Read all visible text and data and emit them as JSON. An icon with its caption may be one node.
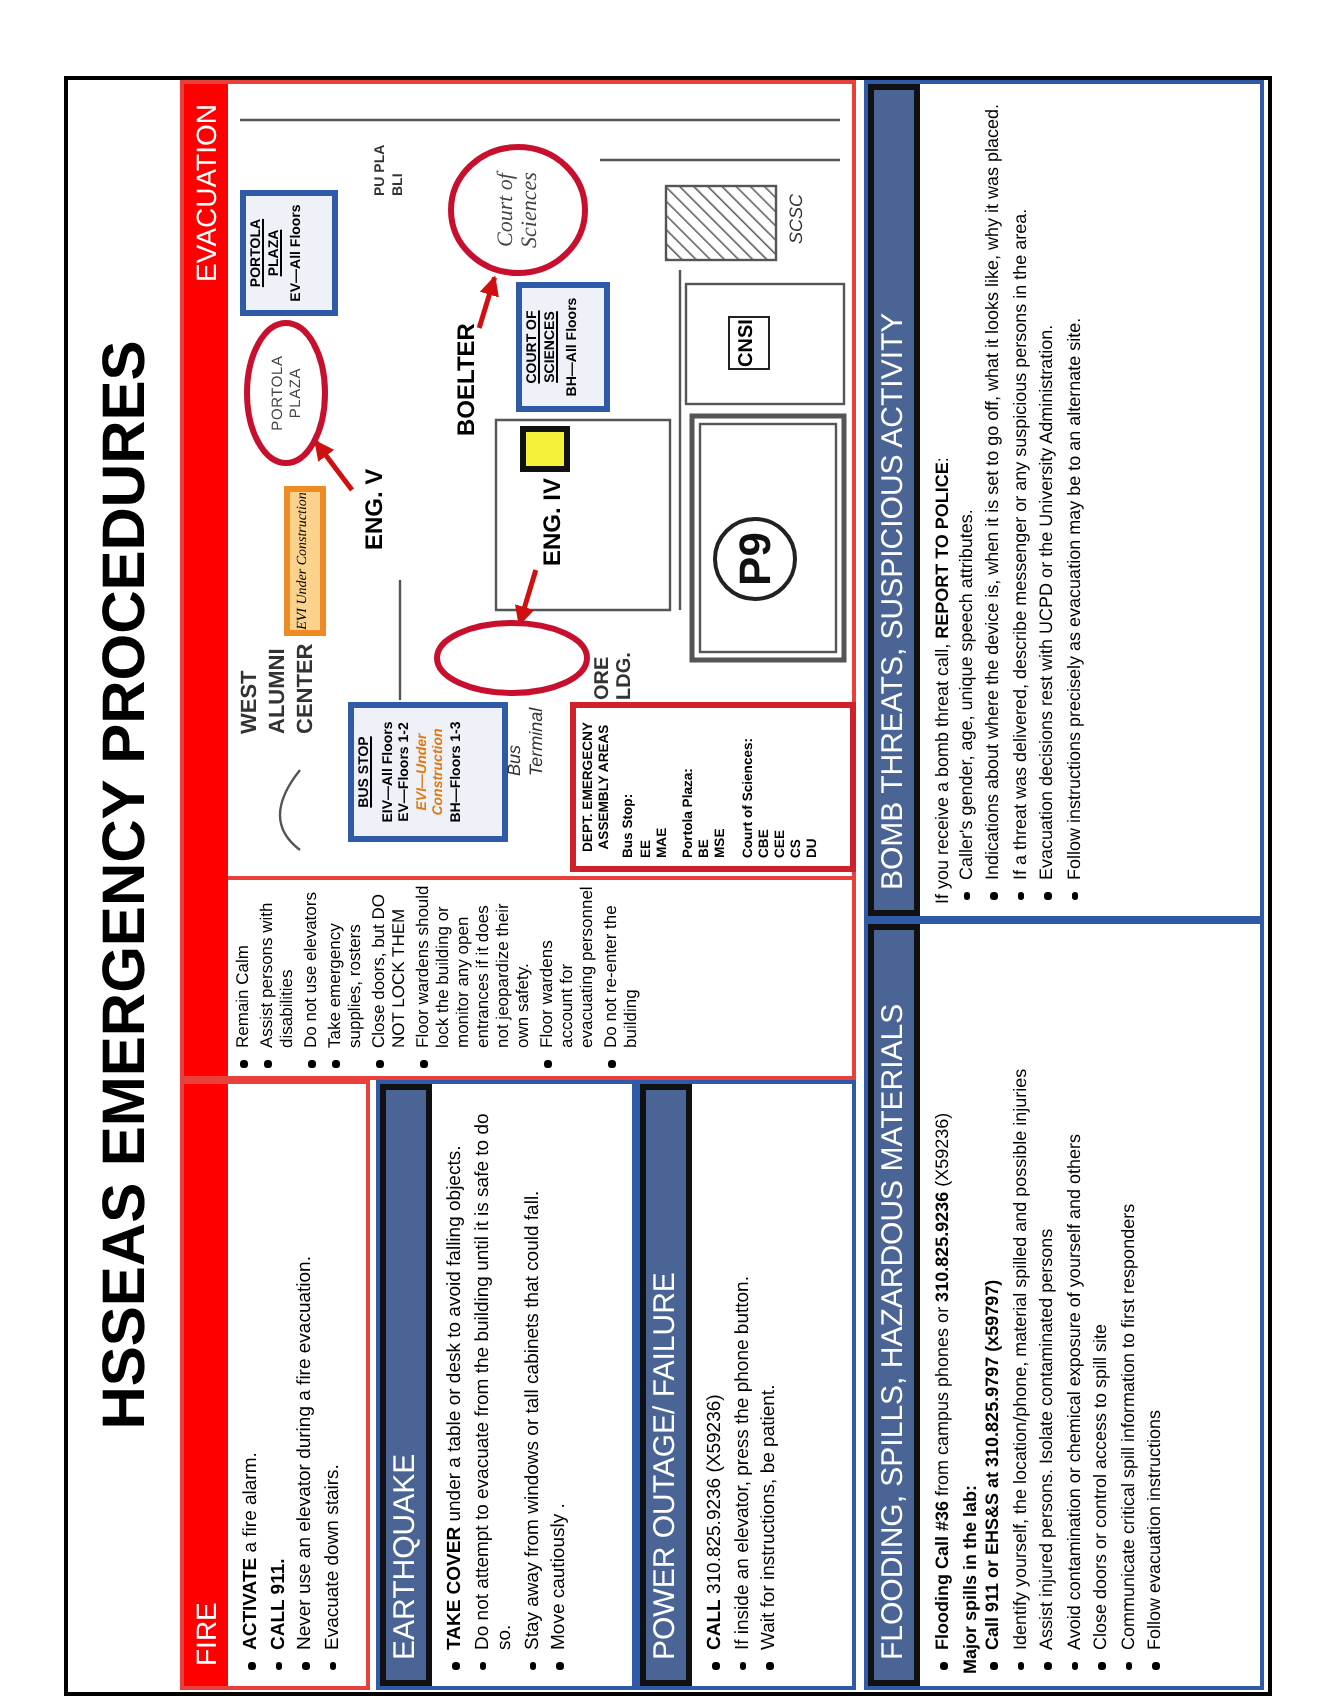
{
  "diagram": {
    "title": "HSSEAS EMERGENCY PROCEDURES",
    "nodes": [
      {
        "text": [
          "FIRE",
          "**ACTIVATE** a fire alarm.",
          "CALL 911.",
          "Never use an elevator during a fire evacuation.",
          "Evacuate down stairs."
        ]
      },
      {
        "text": [
          "EVACUATION",
          "Remain Calm",
          "Assist persons with disabilities",
          "Do not use elevators",
          "Take emergency supplies, rosters",
          "Close doors, but DO NOT LOCK THEM",
          "Floor wardens should lock the building or monitor any open entrances if it does not jeopardize their own safety.",
          "Floor wardens account for evacuating personnel",
          "Do not re-enter the building"
        ]
      },
      {
        "text": [
          "BUS STOP",
          "EIV—All Floors",
          "EV—Floors 1-2",
          "EVI—Under Construction",
          "BH—Floors 1-3"
        ],
        "in": 1
      },
      {
        "text": [
          "PORTOLA PLAZA",
          "EV—All Floors"
        ],
        "in": 1
      },
      {
        "text": [
          "COURT OF SCIENCES",
          "BH—All Floors"
        ],
        "in": 1
      },
      {
        "text": [
          "ENG. V"
        ],
        "in": 1
      },
      {
        "text": [
          "PORTOLA PLAZA"
        ],
        "in": 1
      },
      {
        "text": [
          "ENG. IV"
        ],
        "in": 1
      },
      {
        "text": [],
        "shape": "circle",
        "in": 1
      },
      {
        "text": [
          "BOELTER"
        ],
        "in": 1
      },
      {
        "text": [
          "Court of Sciences"
        ],
        "in": 1
      },
      {
        "text": [
          "EVI Under Construction"
        ],
        "in": 1
      },
      {
        "text": [],
        "shape": "box",
        "in": 1
      },
      {
        "text": [
          "CNSI"
        ],
        "in": 1
      },
      {
        "text": [
          "P9"
        ],
        "in": 1
      },
      {
        "text": [
          "DEPT. EMERGECNY ASSEMBLY AREAS",
          "Bus Stop:",
          "EE",
          "MAE",
          "Portola Plaza:",
          "BE",
          "MSE",
          "Court of Sciences:",
          "CBE",
          "CEE",
          "CS",
          "DU"
        ],
        "in": 1
      },
      {
        "text": [
          "EARTHQUAKE",
          "**TAKE COVER** under a table or desk to avoid falling objects.",
          "Do not attempt to evacuate from the building until it is safe to do so.",
          "Stay away from windows or tall cabinets that could fall.",
          "Move cautiously ."
        ]
      },
      {
        "text": [
          "POWER OUTAGE/ FAILURE",
          "**CALL** 310.825.9236 (X59236)",
          "If inside an elevator, press the phone button.",
          "Wait for instructions, be patient."
        ]
      },
      {
        "text": [
          "FLOODING, SPILLS, HAZARDOUS MATERIALS",
          "**Flooding Call #36** from campus phones or **310.825.9236** (X59236)",
          "Major spills in the lab:",
          "Call 911 or EHS&S at 310.825.9797 (x59797)",
          "Identify yourself, the location/phone, material spilled and possible injuries",
          "Assist injured persons. Isolate contaminated persons",
          "Avoid contamination or chemical exposure of yourself and others",
          "Close doors or control access to spill site",
          "Communicate critical spill information to first responders",
          "Follow evacuation instructions"
        ]
      },
      {
        "text": [
          "BOMB THREATS, SUSPICIOUS ACTIVITY",
          "If you receive a bomb threat call, **REPORT TO POLICE**:",
          "Caller's gender, age, unique speech attributes.",
          "Indications about where the device is, when it is set to go off, what it looks like, why it was placed.",
          "If a threat was delivered, describe messenger or any suspicious persons in the area.",
          "Evacuation decisions rest with UCPD or the University Administration.",
          "Follow instructions precisely as evacuation may be to an alternate site."
        ]
      }
    ],
    "edges": [
      {
        "from": 5,
        "to": 6,
        "arrow": "to"
      },
      {
        "from": 7,
        "to": 8,
        "arrow": "to"
      },
      {
        "from": 9,
        "to": 10,
        "arrow": "to"
      }
    ],
    "labels": [
      "WEST ALUMNI CENTER",
      "Bus Terminal",
      "ORE LDG.",
      "SCSC",
      "PU PLA BLI"
    ]
  }
}
